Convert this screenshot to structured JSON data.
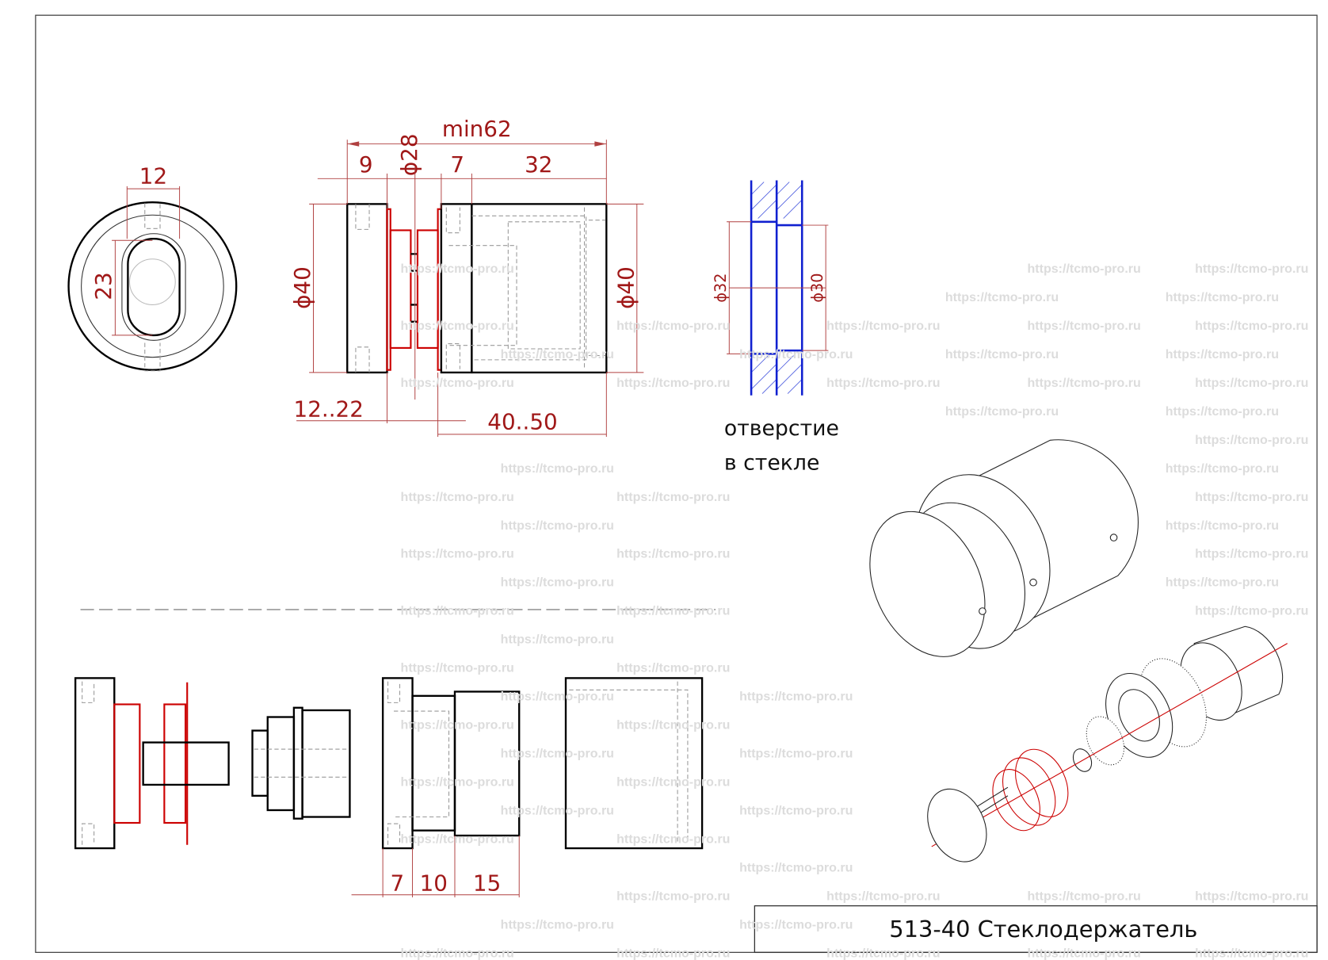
{
  "watermark": "https://tcmo-pro.ru",
  "front_view": {
    "width_dim": "12",
    "height_dim": "23"
  },
  "side_view": {
    "overall": "min62",
    "dim_9": "9",
    "dim_d28": "ϕ28",
    "dim_7": "7",
    "dim_32": "32",
    "dim_d40_left": "ϕ40",
    "dim_d40_right": "ϕ40",
    "range_glass": "12..22",
    "range_body": "40..50"
  },
  "glass_section": {
    "dim_d32": "ϕ32",
    "dim_d30": "ϕ30",
    "caption_line1": "отверстие",
    "caption_line2": "в стекле"
  },
  "parts_view": {
    "dim_7": "7",
    "dim_10": "10",
    "dim_15": "15"
  },
  "title_block": {
    "title": "513-40 Стеклодержатель"
  }
}
